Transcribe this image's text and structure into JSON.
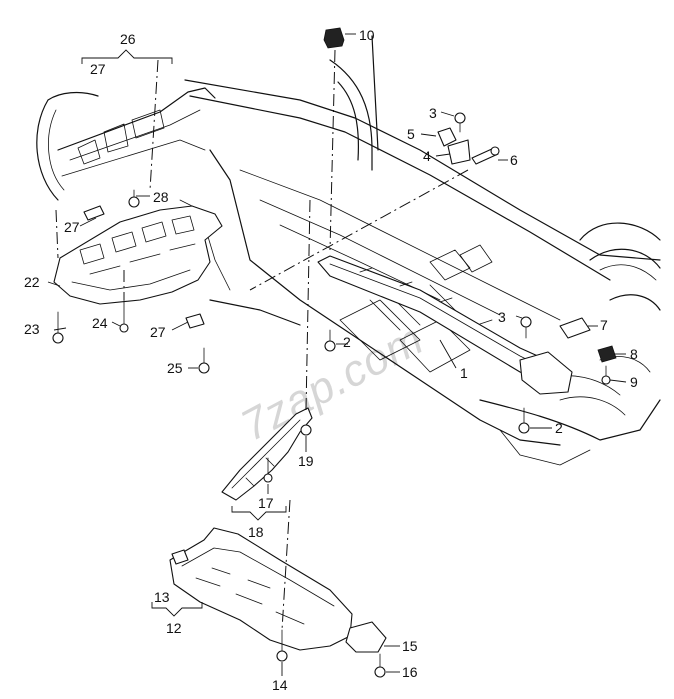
{
  "watermark": "7zap.com",
  "callouts": {
    "c1": "1",
    "c2a": "2",
    "c2b": "2",
    "c3a": "3",
    "c3b": "3",
    "c4": "4",
    "c5": "5",
    "c6": "6",
    "c7": "7",
    "c8": "8",
    "c9": "9",
    "c10": "10",
    "c12": "12",
    "c13": "13",
    "c14": "14",
    "c15": "15",
    "c16": "16",
    "c17": "17",
    "c18": "18",
    "c19": "19",
    "c22": "22",
    "c23": "23",
    "c24": "24",
    "c25": "25",
    "c26": "26",
    "c27a": "27",
    "c27b": "27",
    "c27c": "27",
    "c28": "28"
  }
}
